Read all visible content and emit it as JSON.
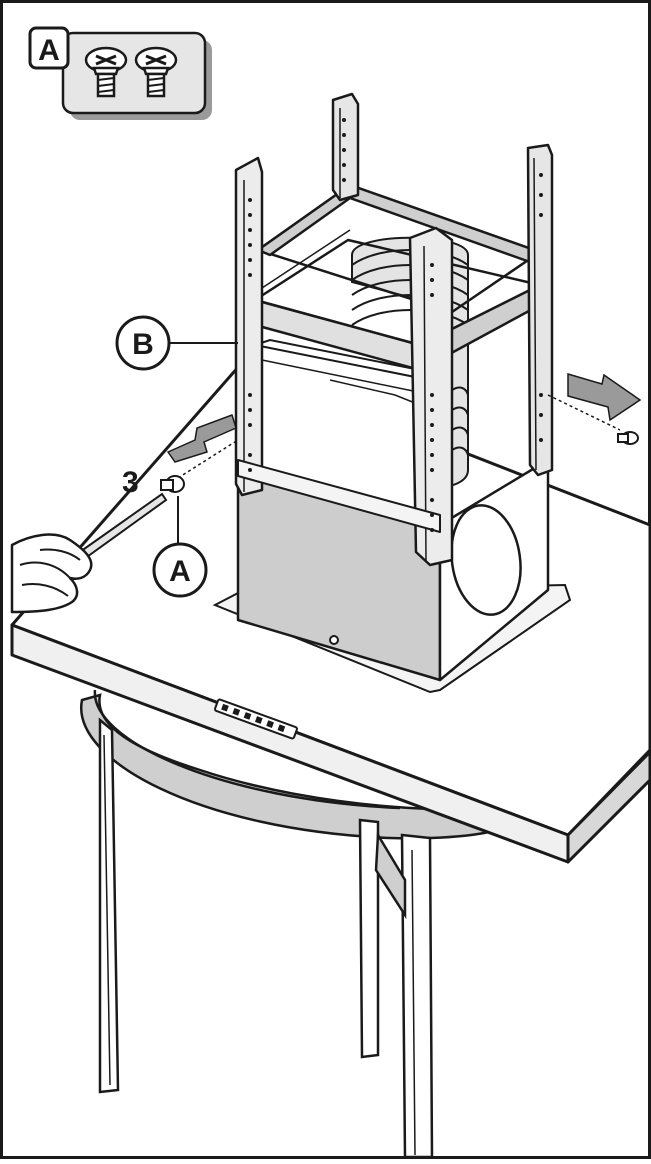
{
  "parts_panel": {
    "label": "A",
    "part_icon": "screw-icon",
    "quantity_shown": 2
  },
  "callouts": {
    "frame": "B",
    "screw": "A"
  },
  "step_number": "3",
  "colors": {
    "line": "#1a1a1a",
    "panel_fill": "#e6e6e6",
    "metal_light": "#f2f2f2",
    "metal_mid": "#d2d2d2",
    "metal_dark": "#a9a9a9",
    "arrow_fill": "#9a9a9a"
  },
  "icons": [
    "screw-icon",
    "arrow-right-icon",
    "arrow-left-icon",
    "screwdriver-icon",
    "hand-icon"
  ]
}
